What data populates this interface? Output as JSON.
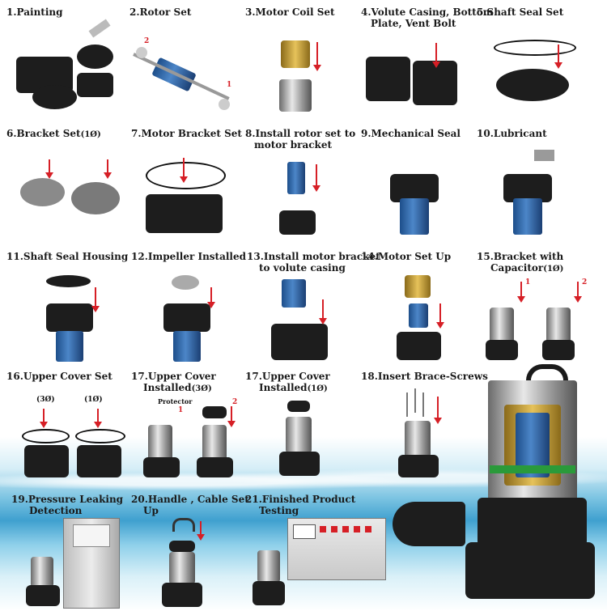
{
  "steps": [
    {
      "label": "1.Painting"
    },
    {
      "label": "2.Rotor Set"
    },
    {
      "label": "3.Motor Coil Set"
    },
    {
      "label_l1": "4.Volute Casing, Bottom",
      "label_l2": "Plate, Vent Bolt"
    },
    {
      "label": "5.Shaft Seal Set"
    },
    {
      "label": "6.Bracket Set",
      "suffix": "(1Ø)"
    },
    {
      "label": "7.Motor Bracket Set"
    },
    {
      "label_l1": "8.Install rotor set to",
      "label_l2": "motor bracket"
    },
    {
      "label": "9.Mechanical Seal"
    },
    {
      "label": "10.Lubricant"
    },
    {
      "label": "11.Shaft Seal Housing"
    },
    {
      "label": "12.Impeller Installed"
    },
    {
      "label_l1": "13.Install motor bracket",
      "label_l2": "to volute casing"
    },
    {
      "label": "14.Motor Set Up"
    },
    {
      "label_l1": "15.Bracket  with",
      "label_l2": "Capacitor",
      "suffix": "(1Ø)"
    },
    {
      "label": "16.Upper Cover Set",
      "sub_a": "(3Ø)",
      "sub_b": "(1Ø)"
    },
    {
      "label_l1": "17.Upper Cover",
      "label_l2": "Installed",
      "suffix": "(3Ø)",
      "note": "Protector"
    },
    {
      "label_l1": "17.Upper Cover",
      "label_l2": "Installed",
      "suffix": "(1Ø)"
    },
    {
      "label": "18.Insert Brace-Screws"
    },
    {
      "label_l1": "19.Pressure Leaking",
      "label_l2": "Detection"
    },
    {
      "label_l1": "20.Handle , Cable Set",
      "label_l2": "Up"
    },
    {
      "label_l1": "21.Finished Product",
      "label_l2": "Testing"
    }
  ],
  "arrow_markers": {
    "rotor_a": "2",
    "rotor_b": "1",
    "cap_a": "1",
    "cap_b": "2",
    "cover_a": "1",
    "cover_b": "2"
  },
  "colors": {
    "accent": "#d61f26",
    "water": "#3fa0cf",
    "motor_blue": "#4c86c8"
  }
}
